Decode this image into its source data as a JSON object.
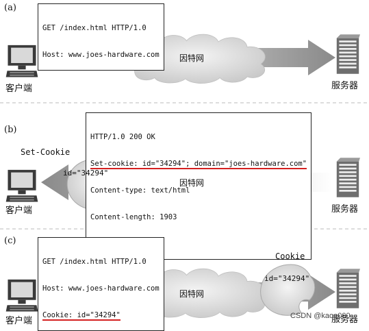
{
  "panels": [
    {
      "label": "(a)",
      "request_lines": [
        "GET /index.html HTTP/1.0",
        "Host: www.joes-hardware.com"
      ],
      "network": "因特网",
      "client": "客户端",
      "server": "服务器"
    },
    {
      "label": "(b)",
      "response_lines": [
        "HTTP/1.0 200 OK",
        "Set-cookie: id=\"34294\"; domain=\"joes-hardware.com\"",
        "Content-type: text/html",
        "Content-length: 1903",
        "..."
      ],
      "set_cookie_caption": "Set-Cookie",
      "cookie_value": "id=\"34294\"",
      "network": "因特网",
      "client": "客户端",
      "server": "服务器"
    },
    {
      "label": "(c)",
      "request_lines": [
        "GET /index.html HTTP/1.0",
        "Host: www.joes-hardware.com",
        "Cookie: id=\"34294\""
      ],
      "cookie_caption": "Cookie",
      "cookie_value": "id=\"34294\"",
      "network": "因特网",
      "client": "客户端",
      "server": "服务器"
    }
  ],
  "watermark": "CSDN @kaoa000"
}
